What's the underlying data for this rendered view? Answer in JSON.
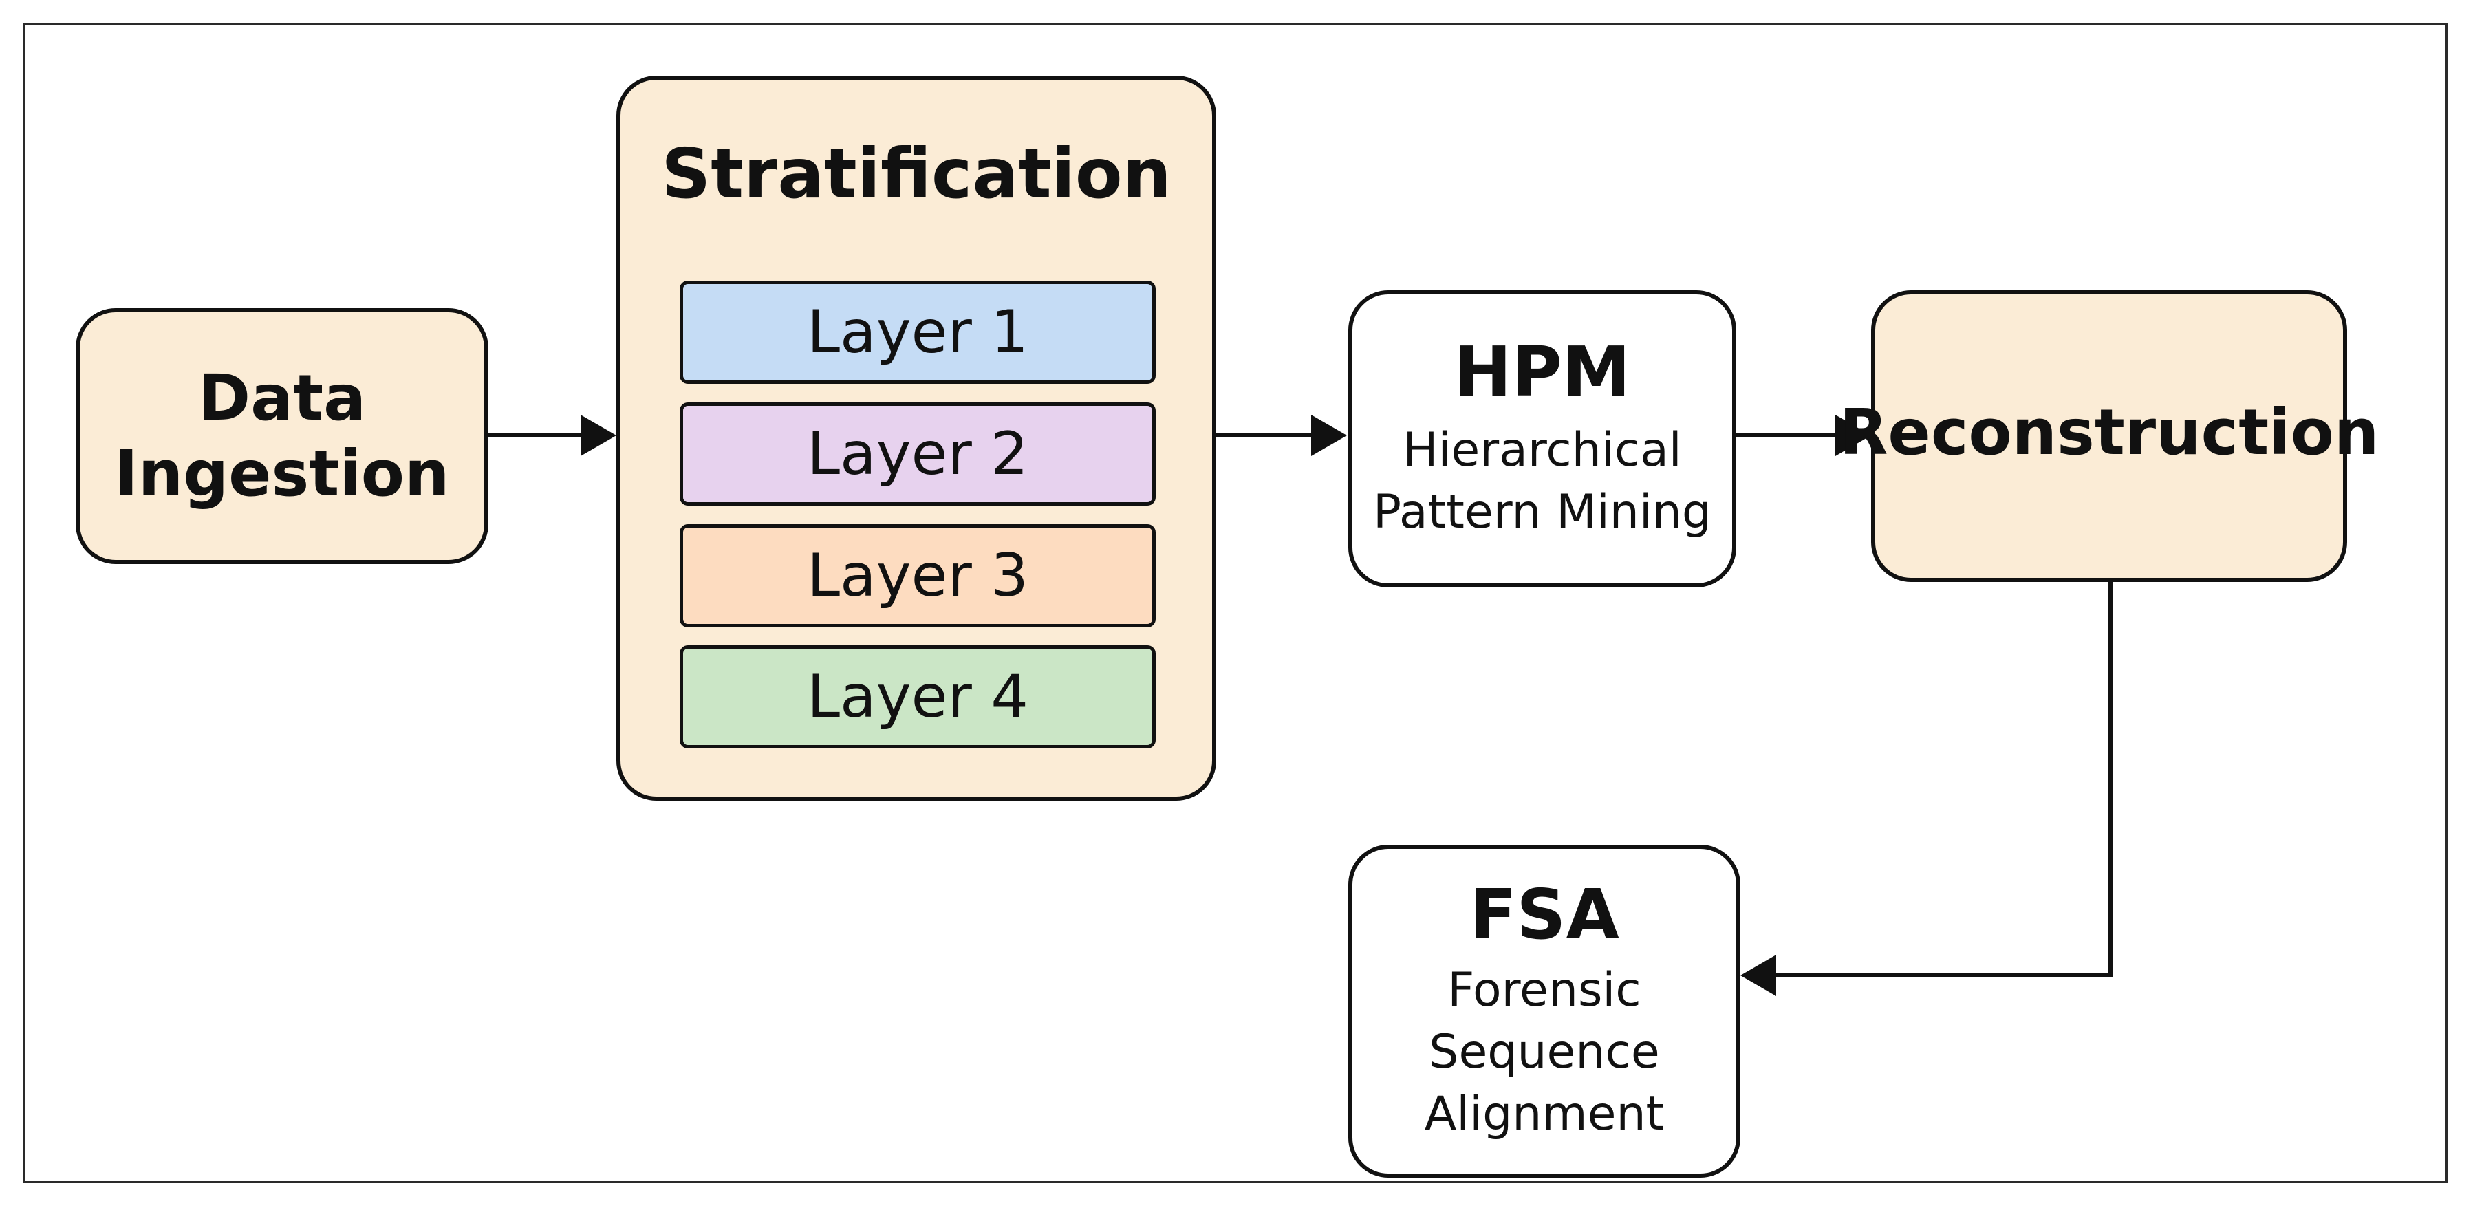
{
  "nodes": {
    "data_ingestion": {
      "line1": "Data",
      "line2": "Ingestion"
    },
    "stratification": {
      "title": "Stratification",
      "layers": [
        "Layer 1",
        "Layer 2",
        "Layer 3",
        "Layer 4"
      ]
    },
    "hpm": {
      "title": "HPM",
      "line1": "Hierarchical",
      "line2": "Pattern Mining"
    },
    "reconstruction": {
      "title": "Reconstruction"
    },
    "fsa": {
      "title": "FSA",
      "line1": "Forensic",
      "line2": "Sequence",
      "line3": "Alignment"
    }
  },
  "colors": {
    "node_fill": "#fbecd6",
    "layer_1": "#c5dcf5",
    "layer_2": "#e7d2ee",
    "layer_3": "#fddcc0",
    "layer_4": "#cbe6c6",
    "stroke": "#111111"
  }
}
